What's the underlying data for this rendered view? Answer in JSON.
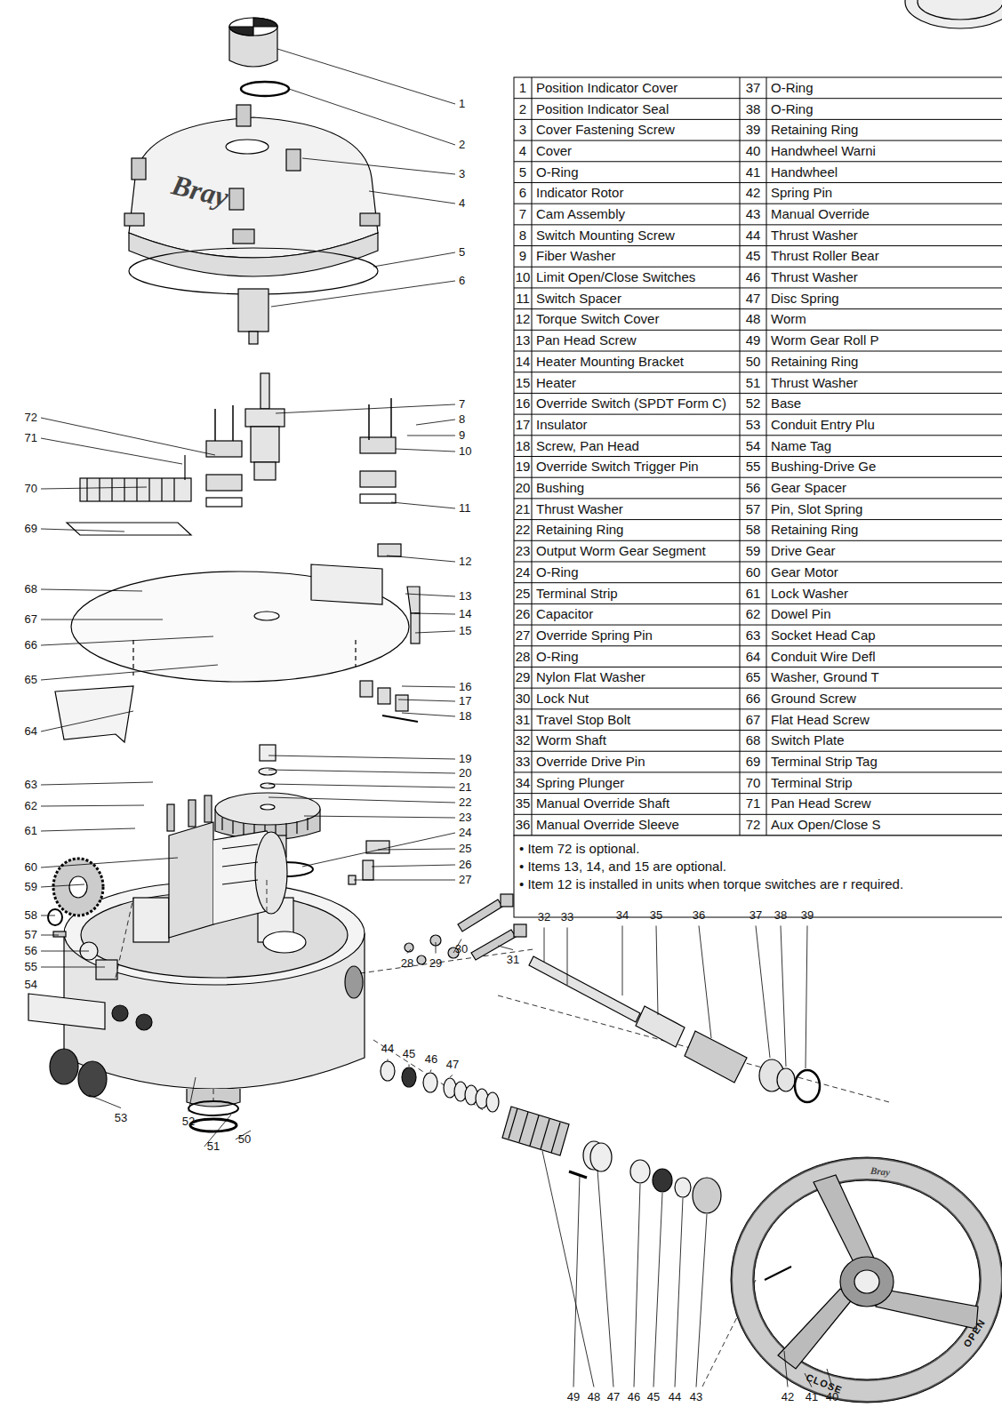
{
  "diagram": {
    "labels": [
      "1",
      "2",
      "3",
      "4",
      "5",
      "6",
      "7",
      "8",
      "9",
      "10",
      "11",
      "12",
      "13",
      "14",
      "15",
      "16",
      "17",
      "18",
      "19",
      "20",
      "21",
      "22",
      "23",
      "24",
      "25",
      "26",
      "27",
      "72",
      "71",
      "70",
      "69",
      "68",
      "67",
      "66",
      "65",
      "64",
      "63",
      "62",
      "61",
      "60",
      "59",
      "58",
      "57",
      "56",
      "55",
      "54",
      "28",
      "29",
      "30",
      "31",
      "32",
      "33",
      "34",
      "35",
      "36",
      "37",
      "38",
      "39",
      "53",
      "52",
      "51",
      "50",
      "44",
      "45",
      "46",
      "47",
      "49",
      "48",
      "47",
      "46",
      "45",
      "44",
      "43",
      "42",
      "41",
      "40",
      "1",
      "Position Indicator Cover",
      "37",
      "O-Ring",
      "2",
      "Position Indicator Seal",
      "38",
      "O-Ring",
      "3",
      "Cover Fastening Screw",
      "39",
      "Retaining Ring",
      "4",
      "Cover",
      "40",
      "Handwheel Warni",
      "5",
      "O-Ring",
      "41",
      "Handwheel",
      "6",
      "Indicator Rotor",
      "42",
      "Spring Pin",
      "7",
      "Cam Assembly",
      "43",
      "Manual Override",
      "8",
      "Switch Mounting Screw",
      "44",
      "Thrust Washer",
      "9",
      "Fiber Washer",
      "45",
      "Thrust Roller Bear",
      "10",
      "Limit Open/Close Switches",
      "46",
      "Thrust Washer",
      "11",
      "Switch Spacer",
      "47",
      "Disc Spring",
      "12",
      "Torque Switch Cover",
      "48",
      "Worm",
      "13",
      "Pan Head Screw",
      "49",
      "Worm Gear Roll P",
      "14",
      "Heater Mounting Bracket",
      "50",
      "Retaining Ring",
      "15",
      "Heater",
      "51",
      "Thrust Washer",
      "16",
      "Override Switch (SPDT Form C)",
      "52",
      "Base",
      "17",
      "Insulator",
      "53",
      "Conduit Entry Plu",
      "18",
      "Screw, Pan Head",
      "54",
      "Name Tag",
      "19",
      "Override Switch Trigger Pin",
      "55",
      "Bushing-Drive Ge",
      "20",
      "Bushing",
      "56",
      "Gear Spacer",
      "21",
      "Thrust Washer",
      "57",
      "Pin, Slot Spring",
      "22",
      "Retaining Ring",
      "58",
      "Retaining Ring",
      "23",
      "Output Worm Gear Segment",
      "59",
      "Drive Gear",
      "24",
      "O-Ring",
      "60",
      "Gear Motor",
      "25",
      "Terminal Strip",
      "61",
      "Lock Washer",
      "26",
      "Capacitor",
      "62",
      "Dowel Pin",
      "27",
      "Override Spring Pin",
      "63",
      "Socket Head Cap",
      "28",
      "O-Ring",
      "64",
      "Conduit Wire Defl",
      "29",
      "Nylon Flat Washer",
      "65",
      "Washer, Ground T",
      "30",
      "Lock Nut",
      "66",
      "Ground Screw",
      "31",
      "Travel Stop Bolt",
      "67",
      "Flat Head Screw",
      "32",
      "Worm Shaft",
      "68",
      "Switch Plate",
      "33",
      "Override Drive Pin",
      "69",
      "Terminal Strip Tag",
      "34",
      "Spring Plunger",
      "70",
      "Terminal Strip",
      "35",
      "Manual Override Shaft",
      "71",
      "Pan Head Screw",
      "36",
      "Manual Override Sleeve",
      "72",
      "Aux Open/Close S",
      "• Item 72 is optional.",
      "• Items 13, 14, and 15 are optional.",
      "• Item 12 is installed in units when torque switches are r required.",
      "Bray",
      "Bray",
      "CLOSE",
      "OPEN"
    ]
  }
}
